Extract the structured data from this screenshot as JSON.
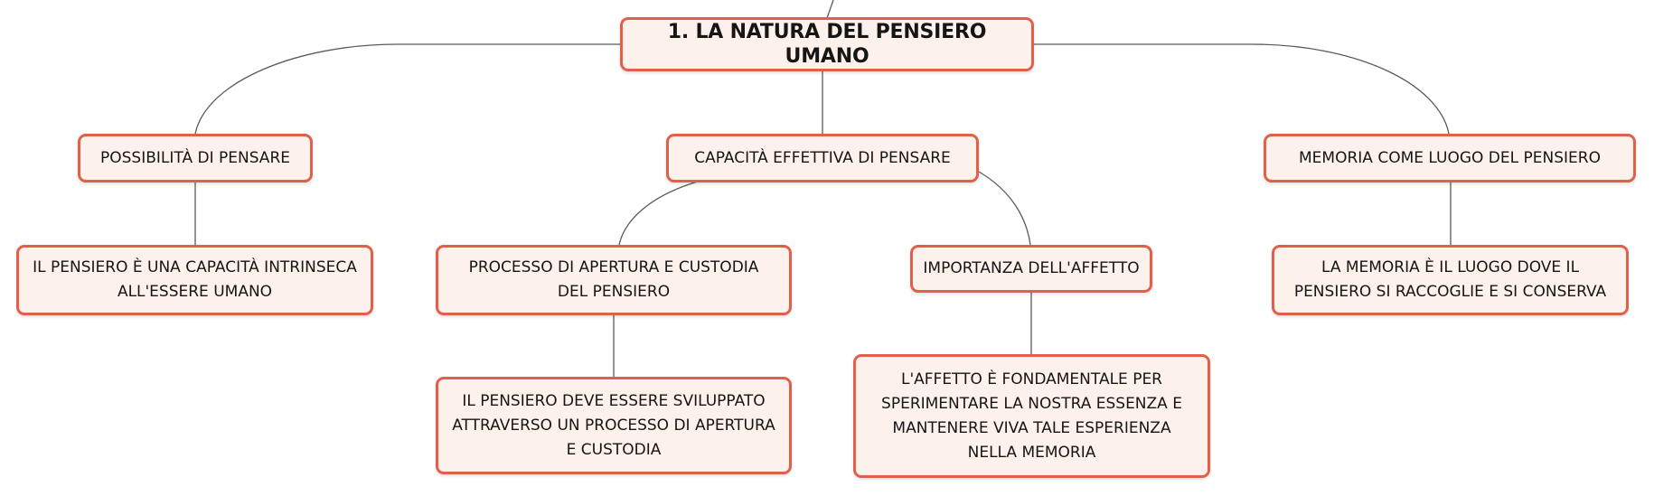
{
  "colors": {
    "node_border": "#e0604a",
    "node_fill": "#fdf1ec",
    "connector": "#5a5a5a",
    "text": "#151515"
  },
  "nodes": {
    "root": "1. LA NATURA DEL PENSIERO UMANO",
    "possibilita": "POSSIBILITÀ DI PENSARE",
    "capacita": "CAPACITÀ EFFETTIVA DI PENSARE",
    "memoria": "MEMORIA COME LUOGO DEL PENSIERO",
    "pensiero_intrinseco": "IL PENSIERO È UNA CAPACITÀ INTRINSECA ALL'ESSERE UMANO",
    "processo": "PROCESSO DI APERTURA E CUSTODIA DEL PENSIERO",
    "importanza": "IMPORTANZA DELL'AFFETTO",
    "memoria_luogo": "LA MEMORIA È IL LUOGO DOVE IL PENSIERO SI RACCOGLIE E SI CONSERVA",
    "sviluppato": "IL PENSIERO DEVE ESSERE SVILUPPATO ATTRAVERSO UN PROCESSO DI APERTURA E CUSTODIA",
    "affetto": "L'AFFETTO È FONDAMENTALE PER SPERIMENTARE LA NOSTRA ESSENZA E MANTENERE VIVA TALE ESPERIENZA NELLA MEMORIA"
  }
}
